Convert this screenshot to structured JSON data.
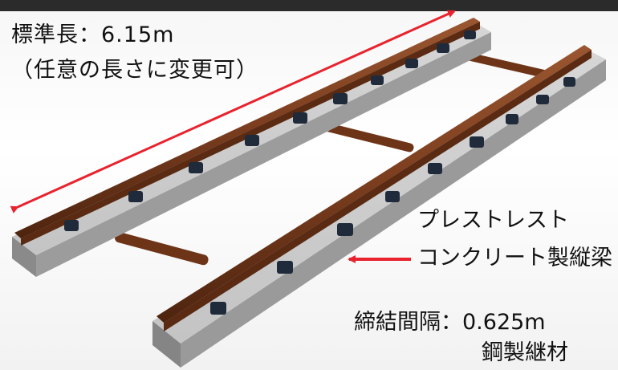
{
  "annotations": {
    "standard_length": "標準長：6.15m",
    "standard_length_note": "（任意の長さに変更可）",
    "girder_line1": "プレストレスト",
    "girder_line2": "コンクリート製縦梁",
    "fastener_spacing": "締結間隔：0.625m",
    "tie_material": "鋼製継材"
  },
  "colors": {
    "arrow": "#e8232e",
    "rail": "#7a3d1e",
    "concrete": "#b9b9b9",
    "tie_bar": "#6e3418",
    "fastener": "#1f2a3a"
  }
}
